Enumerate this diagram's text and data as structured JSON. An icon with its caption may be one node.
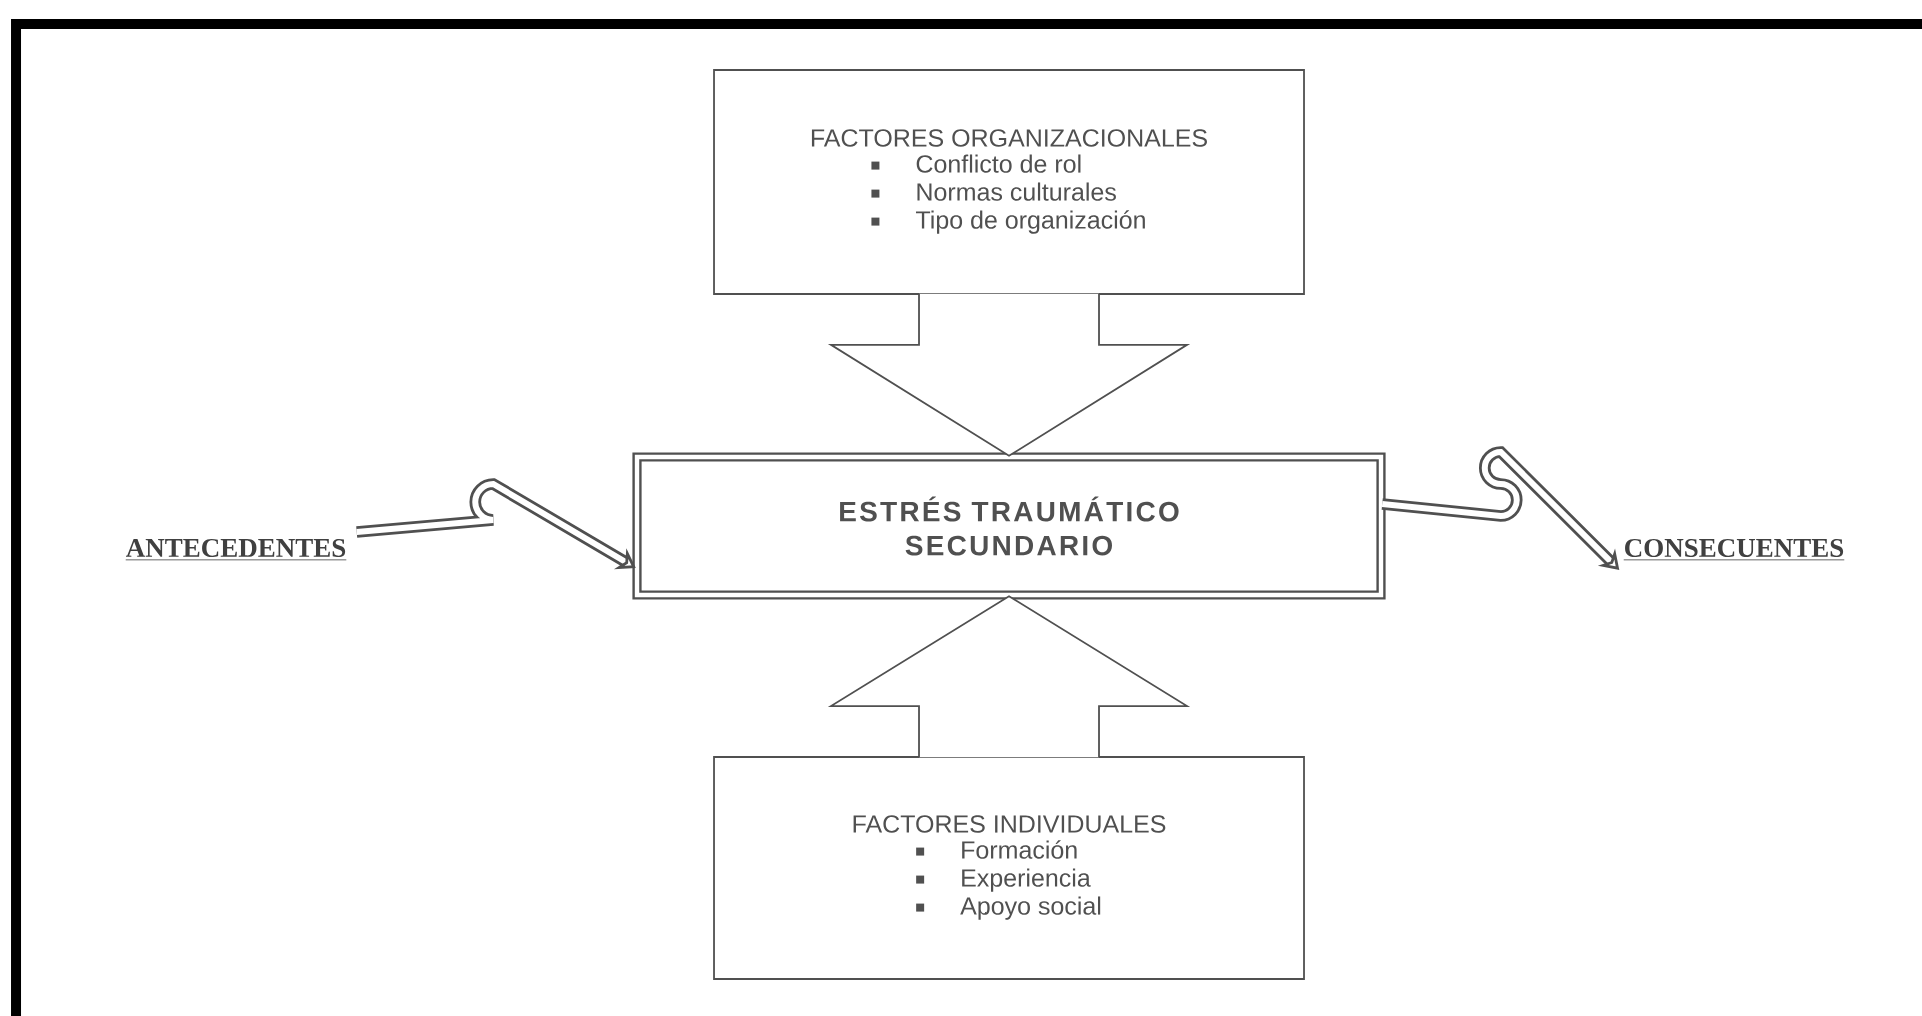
{
  "diagram": {
    "nodes": [
      {
        "text": [
          "FACTORES ORGANIZACIONALES",
          "Conflicto de rol",
          "Normas culturales",
          "Tipo de organización"
        ]
      },
      {
        "text": [
          "ESTRÉS TRAUMÁTICO SECUNDARIO"
        ]
      },
      {
        "text": [
          "ANTECEDENTES"
        ]
      },
      {
        "text": [
          "CONSECUENTES"
        ]
      },
      {
        "text": [
          "FACTORES INDIVIDUALES",
          "Formación",
          "Experiencia",
          "Apoyo social"
        ]
      }
    ],
    "edges": [
      {
        "from": 0,
        "to": 1,
        "arrow": "to"
      },
      {
        "from": 4,
        "to": 1,
        "arrow": "to"
      },
      {
        "from": 2,
        "to": 1,
        "arrow": "to"
      },
      {
        "from": 1,
        "to": 3,
        "arrow": "to"
      }
    ]
  }
}
